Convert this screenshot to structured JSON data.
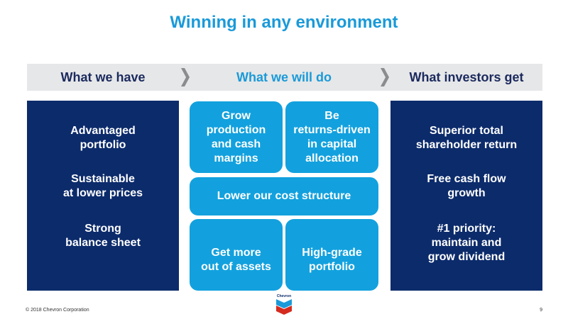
{
  "title": "Winning in any environment",
  "columns": {
    "have": "What we have",
    "do": "What we will do",
    "get": "What investors get"
  },
  "have_items": [
    "Advantaged\nportfolio",
    "Sustainable\nat lower prices",
    "Strong\nbalance sheet"
  ],
  "do_tiles": {
    "top_left": "Grow\nproduction\nand cash\nmargins",
    "top_right": "Be\nreturns-driven\nin capital\nallocation",
    "middle": "Lower our cost structure",
    "bottom_left": "Get more\nout of assets",
    "bottom_right": "High-grade\nportfolio"
  },
  "get_items": [
    "Superior total\nshareholder return",
    "Free cash flow\ngrowth",
    "#1 priority:\nmaintain and\ngrow dividend"
  ],
  "footer": {
    "copyright": "© 2018 Chevron Corporation",
    "page": "9",
    "logo_text": "Chevron"
  },
  "colors": {
    "title_blue": "#1a9ad9",
    "navy": "#0c2b6b",
    "tile_blue": "#12a1de",
    "header_gray": "#e6e7e8"
  },
  "icons": [
    "chevron-right-icon",
    "chevron-logo"
  ]
}
